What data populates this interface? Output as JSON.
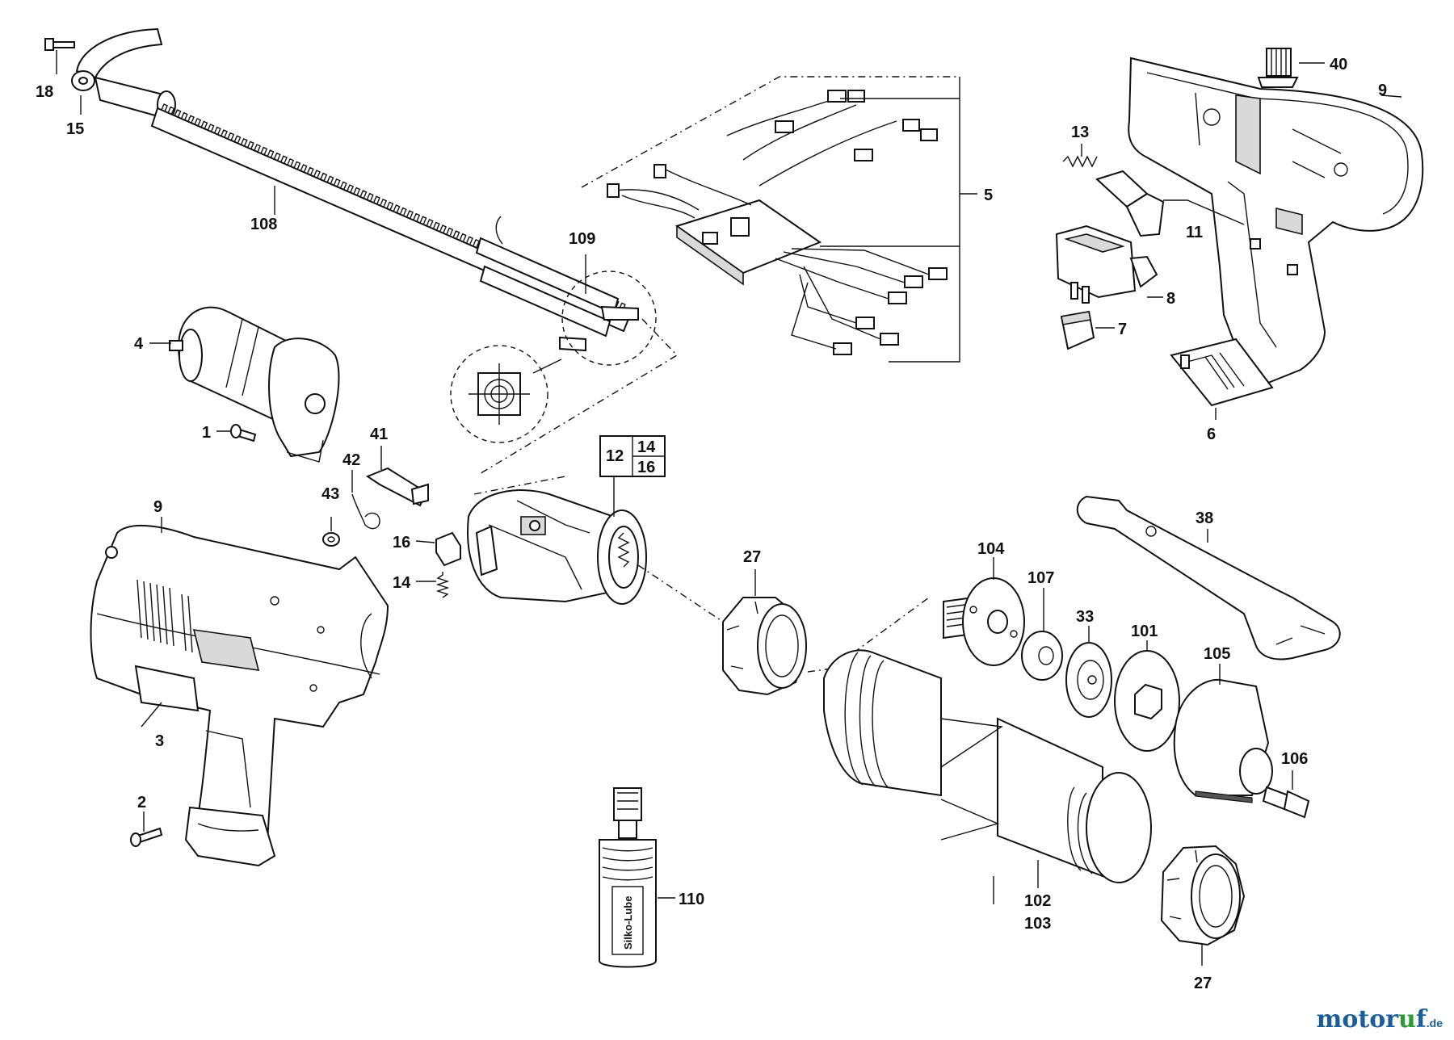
{
  "labels": {
    "l18": "18",
    "l15": "15",
    "l108": "108",
    "l109": "109",
    "l5": "5",
    "l40": "40",
    "l9a": "9",
    "l13": "13",
    "l11": "11",
    "l8": "8",
    "l7": "7",
    "l6": "6",
    "l4": "4",
    "l1": "1",
    "l41": "41",
    "l42": "42",
    "l43": "43",
    "l12": "12",
    "l14a": "14",
    "l16a": "16",
    "l9b": "9",
    "l16b": "16",
    "l14b": "14",
    "l3": "3",
    "l2": "2",
    "l27a": "27",
    "l104": "104",
    "l107": "107",
    "l33": "33",
    "l101": "101",
    "l38": "38",
    "l105": "105",
    "l106": "106",
    "l102": "102",
    "l103": "103",
    "l110": "110",
    "l27b": "27"
  },
  "bottle_text": "Silko-Lube",
  "watermark": {
    "name_a": "motor",
    "name_dot": "u",
    "name_b": "f",
    "tld": ".de"
  }
}
